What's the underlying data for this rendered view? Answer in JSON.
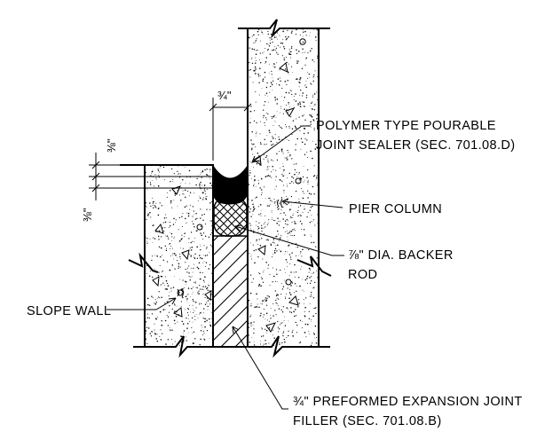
{
  "labels": {
    "sealer_line1": "POLYMER TYPE POURABLE",
    "sealer_line2": "JOINT SEALER (SEC. 701.08.D)",
    "pier": "PIER COLUMN",
    "backer_line1": "⅞\" DIA. BACKER",
    "backer_line2": "ROD",
    "slope": "SLOPE WALL",
    "filler_line1": "¾\" PREFORMED EXPANSION JOINT",
    "filler_line2": "FILLER (SEC. 701.08.B)"
  },
  "dimensions": {
    "gap_width": "¾\"",
    "upper_offset": "⅜\"",
    "lower_offset": "⅜\""
  },
  "colors": {
    "ink": "#000000",
    "background": "#ffffff"
  }
}
